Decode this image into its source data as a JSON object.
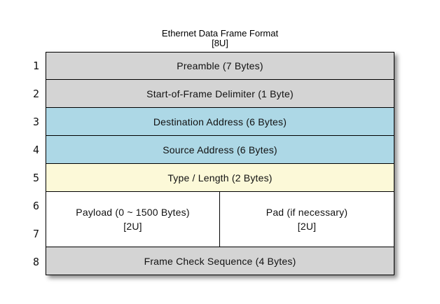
{
  "title": {
    "line1": "Ethernet Data Frame Format",
    "line2": "[8U]"
  },
  "unit_numbers": [
    "1",
    "2",
    "3",
    "4",
    "5",
    "6",
    "7",
    "8"
  ],
  "colors": {
    "gray": "#d4d4d4",
    "blue": "#add8e6",
    "yellow": "#fcf9d8",
    "white": "#ffffff",
    "border": "#000000"
  },
  "rows": [
    {
      "label": "Preamble (7 Bytes)",
      "color": "#d4d4d4",
      "units": 1
    },
    {
      "label": "Start-of-Frame Delimiter (1 Byte)",
      "color": "#d4d4d4",
      "units": 1
    },
    {
      "label": "Destination Address (6 Bytes)",
      "color": "#add8e6",
      "units": 1
    },
    {
      "label": "Source Address (6 Bytes)",
      "color": "#add8e6",
      "units": 1
    },
    {
      "label": "Type / Length (2 Bytes)",
      "color": "#fcf9d8",
      "units": 1
    },
    {
      "color": "#ffffff",
      "units": 2,
      "cells": [
        {
          "line1": "Payload (0 ~ 1500 Bytes)",
          "line2": "[2U]"
        },
        {
          "line1": "Pad (if necessary)",
          "line2": "[2U]"
        }
      ]
    },
    {
      "label": "Frame Check Sequence (4 Bytes)",
      "color": "#d4d4d4",
      "units": 1
    }
  ]
}
